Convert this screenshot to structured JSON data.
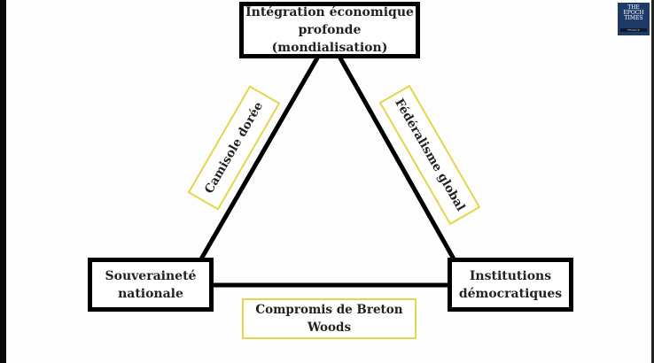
{
  "diagram": {
    "title": "Trilemme politique de l'économie mondiale",
    "nodes": {
      "top": "Intégration économique profonde (mondialisation)",
      "top_line1": "Intégration économique",
      "top_line2": "profonde (mondialisation)",
      "left_line1": "Souveraineté",
      "left_line2": "nationale",
      "right_line1": "Institutions",
      "right_line2": "démocratiques"
    },
    "edges": {
      "left": "Camisole dorée",
      "right": "Fédéralisme global",
      "bottom_line1": "Compromis de Breton",
      "bottom_line2": "Woods"
    },
    "colors": {
      "node_border": "#000000",
      "edge_label_border": "#e3d64a",
      "logo_bg": "#1d3b66"
    }
  },
  "logo": {
    "line1": "THE",
    "line2": "EPOCH",
    "line3": "TIMES",
    "sub": "FRANCE"
  }
}
